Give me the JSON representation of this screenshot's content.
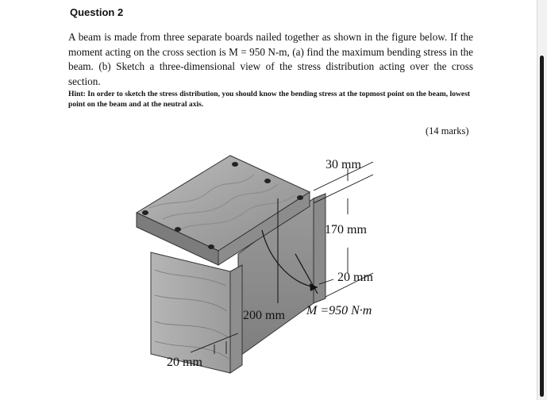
{
  "question": {
    "title": "Question 2",
    "body": "A beam is made from three separate boards nailed together as shown in the figure below. If the moment acting on the cross section is M = 950 N-m, (a) find the maximum bending stress in the beam. (b) Sketch a three-dimensional view of the stress distribution acting over the cross section.",
    "hint": "Hint: In order to sketch the stress distribution, you should know the bending stress at the topmost point on the beam, lowest point on the beam and at the neutral axis.",
    "marks": "(14 marks)"
  },
  "figure": {
    "dim_top_flange": "30 mm",
    "dim_web_height": "170 mm",
    "dim_web_gap": "20 mm",
    "dim_flange_width": "200 mm",
    "moment_label": "M =950 N·m",
    "dim_left_web": "20 mm",
    "wood_color": "#a9a9a9",
    "wood_dark": "#6e6e6e",
    "wood_light": "#cfcfcf"
  }
}
